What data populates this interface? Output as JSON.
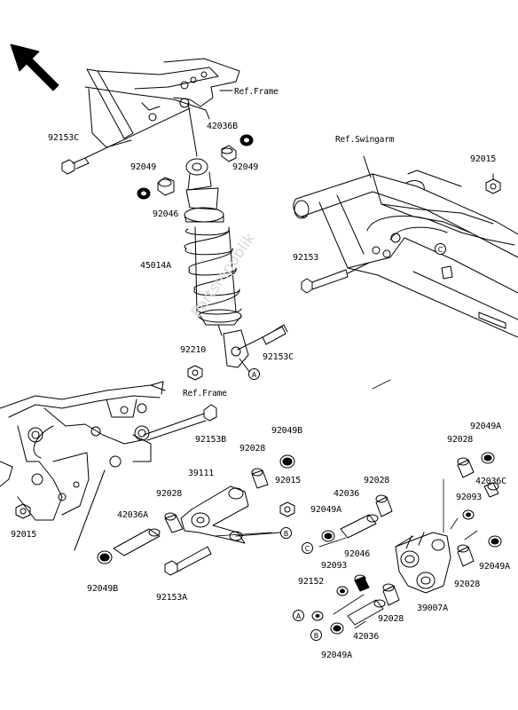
{
  "watermark": "Partsrepublik",
  "refs": {
    "frame_top": "Ref.Frame",
    "frame_mid": "Ref.Frame",
    "swingarm": "Ref.Swingarm"
  },
  "callouts": {
    "a_shock": "A",
    "a_lower": "A",
    "b_link": "B",
    "b_lower": "B",
    "c_swingarm": "C",
    "c_lower": "C"
  },
  "parts": {
    "p42036B": "42036B",
    "p92049_r": "92049",
    "p92153C_l": "92153C",
    "p92049_l": "92049",
    "p92046_t": "92046",
    "p45014A": "45014A",
    "p92210": "92210",
    "p92153C_r": "92153C",
    "p92015_tr": "92015",
    "p92153": "92153",
    "p92153B": "92153B",
    "p92049B_t": "92049B",
    "p92028_a": "92028",
    "p39111": "39111",
    "p92015_m": "92015",
    "p92028_b": "92028",
    "p42036A": "42036A",
    "p92015_l": "92015",
    "p92049B_b": "92049B",
    "p92153A": "92153A",
    "p92049A_tr": "92049A",
    "p92028_c": "92028",
    "p42036C": "42036C",
    "p92093_r": "92093",
    "p42036": "42036",
    "p92028_d": "92028",
    "p92049A_m": "92049A",
    "p92046_b": "92046",
    "p92093_m": "92093",
    "p92049A_r": "92049A",
    "p92028_e": "92028",
    "p92152": "92152",
    "p39007A": "39007A",
    "p92028_f": "92028",
    "p42036_b": "42036",
    "p92049A_b": "92049A"
  }
}
